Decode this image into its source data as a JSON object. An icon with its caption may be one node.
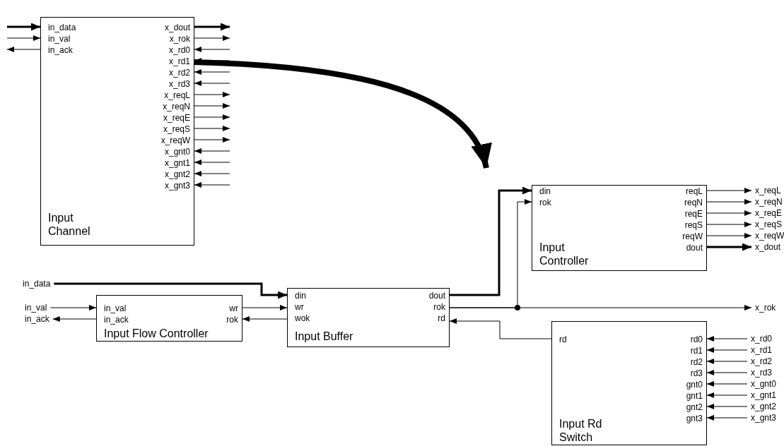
{
  "diagram": {
    "nodes": [
      {
        "text": [
          "in_data",
          "in_val",
          "in_ack",
          "x_dout",
          "x_rok",
          "x_rd0",
          "x_rd1",
          "x_rd2",
          "x_rd3",
          "x_reqL",
          "x_reqN",
          "x_reqE",
          "x_reqS",
          "x_reqW",
          "x_gnt0",
          "x_gnt1",
          "x_gnt2",
          "x_gnt3",
          "Input Channel"
        ]
      },
      {
        "text": [
          "din",
          "rok",
          "reqL",
          "reqN",
          "reqE",
          "reqS",
          "reqW",
          "dout",
          "Input Controller"
        ]
      },
      {
        "text": [
          "din",
          "wr",
          "wok",
          "dout",
          "rok",
          "rd",
          "Input Buffer"
        ]
      },
      {
        "text": [
          "in_val",
          "in_ack",
          "wr",
          "rok",
          "Input Flow Controller"
        ]
      },
      {
        "text": [
          "rd",
          "rd0",
          "rd1",
          "rd2",
          "rd3",
          "gnt0",
          "gnt1",
          "gnt2",
          "gnt3",
          "Input Rd Switch"
        ]
      },
      {
        "text": [
          "in_data"
        ]
      },
      {
        "text": [
          "in_val"
        ]
      },
      {
        "text": [
          "in_ack"
        ]
      },
      {
        "text": [
          "x_reqL"
        ]
      },
      {
        "text": [
          "x_reqN"
        ]
      },
      {
        "text": [
          "x_reqE"
        ]
      },
      {
        "text": [
          "x_reqS"
        ]
      },
      {
        "text": [
          "x_reqW"
        ]
      },
      {
        "text": [
          "x_dout"
        ]
      },
      {
        "text": [
          "x_rok"
        ]
      },
      {
        "text": [
          "x_rd0"
        ]
      },
      {
        "text": [
          "x_rd1"
        ]
      },
      {
        "text": [
          "x_rd2"
        ]
      },
      {
        "text": [
          "x_rd3"
        ]
      },
      {
        "text": [
          "x_gnt0"
        ]
      },
      {
        "text": [
          "x_gnt1"
        ]
      },
      {
        "text": [
          "x_gnt2"
        ]
      },
      {
        "text": [
          "x_gnt3"
        ]
      }
    ],
    "edges": [
      {
        "from": null,
        "to": 0,
        "arrow": "to",
        "style": "thick"
      },
      {
        "from": null,
        "to": 0,
        "arrow": "to"
      },
      {
        "from": 0,
        "to": null,
        "arrow": "to"
      },
      {
        "from": 0,
        "to": null,
        "arrow": "to",
        "style": "thick"
      },
      {
        "from": 0,
        "to": null,
        "arrow": "to"
      },
      {
        "from": null,
        "to": 0,
        "arrow": "to"
      },
      {
        "from": null,
        "to": 0,
        "arrow": "to"
      },
      {
        "from": null,
        "to": 0,
        "arrow": "to"
      },
      {
        "from": null,
        "to": 0,
        "arrow": "to"
      },
      {
        "from": 0,
        "to": null,
        "arrow": "to"
      },
      {
        "from": 0,
        "to": null,
        "arrow": "to"
      },
      {
        "from": 0,
        "to": null,
        "arrow": "to"
      },
      {
        "from": 0,
        "to": null,
        "arrow": "to"
      },
      {
        "from": 0,
        "to": null,
        "arrow": "to"
      },
      {
        "from": null,
        "to": 0,
        "arrow": "to"
      },
      {
        "from": null,
        "to": 0,
        "arrow": "to"
      },
      {
        "from": null,
        "to": 0,
        "arrow": "to"
      },
      {
        "from": null,
        "to": 0,
        "arrow": "to"
      },
      {
        "from": 0,
        "to": null,
        "arrow": "to",
        "style": "thick"
      },
      {
        "from": 5,
        "to": 2,
        "arrow": "to",
        "style": "thick"
      },
      {
        "from": 6,
        "to": 3,
        "arrow": "to"
      },
      {
        "from": 3,
        "to": 7,
        "arrow": "to"
      },
      {
        "from": 3,
        "to": 2,
        "arrow": "to"
      },
      {
        "from": 2,
        "to": 3,
        "arrow": "to"
      },
      {
        "from": 2,
        "to": 1,
        "arrow": "to",
        "style": "thick"
      },
      {
        "from": 2,
        "to": 1,
        "arrow": "to"
      },
      {
        "from": 2,
        "to": 14,
        "arrow": "to"
      },
      {
        "from": 4,
        "to": 2,
        "arrow": "to"
      },
      {
        "from": 1,
        "to": 8,
        "arrow": "to"
      },
      {
        "from": 1,
        "to": 9,
        "arrow": "to"
      },
      {
        "from": 1,
        "to": 10,
        "arrow": "to"
      },
      {
        "from": 1,
        "to": 11,
        "arrow": "to"
      },
      {
        "from": 1,
        "to": 12,
        "arrow": "to"
      },
      {
        "from": 1,
        "to": 13,
        "arrow": "to",
        "style": "thick"
      },
      {
        "from": 15,
        "to": 4,
        "arrow": "to"
      },
      {
        "from": 16,
        "to": 4,
        "arrow": "to"
      },
      {
        "from": 17,
        "to": 4,
        "arrow": "to"
      },
      {
        "from": 18,
        "to": 4,
        "arrow": "to"
      },
      {
        "from": 19,
        "to": 4,
        "arrow": "to"
      },
      {
        "from": 20,
        "to": 4,
        "arrow": "to"
      },
      {
        "from": 21,
        "to": 4,
        "arrow": "to"
      },
      {
        "from": 22,
        "to": 4,
        "arrow": "to"
      }
    ]
  }
}
